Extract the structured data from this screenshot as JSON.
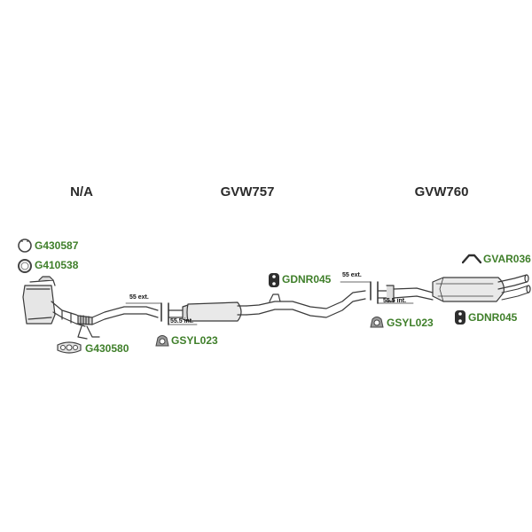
{
  "sections": [
    {
      "id": "na",
      "title": "N/A"
    },
    {
      "id": "gvw757",
      "title": "GVW757"
    },
    {
      "id": "gvw760",
      "title": "GVW760"
    }
  ],
  "parts": {
    "g430587": {
      "code": "G430587",
      "icon": "clamp-ring-icon"
    },
    "g410538": {
      "code": "G410538",
      "icon": "seal-ring-icon"
    },
    "g430580": {
      "code": "G430580",
      "icon": "gasket-icon"
    },
    "gsyl023_a": {
      "code": "GSYL023",
      "icon": "mounting-clamp-icon"
    },
    "gdnr045_a": {
      "code": "GDNR045",
      "icon": "rubber-hanger-icon"
    },
    "gsyl023_b": {
      "code": "GSYL023",
      "icon": "mounting-clamp-icon"
    },
    "gvar036": {
      "code": "GVAR036",
      "icon": "bracket-icon"
    },
    "gdnr045_b": {
      "code": "GDNR045",
      "icon": "rubber-hanger-icon"
    }
  },
  "dimensions": {
    "a_ext": "55 ext.",
    "a_int": "55.5 int.",
    "b_ext": "55 ext.",
    "b_int": "55.5 int."
  },
  "colors": {
    "label": "#3f7f2a",
    "line": "#3a3a3a",
    "fill": "#e8e8e8"
  }
}
